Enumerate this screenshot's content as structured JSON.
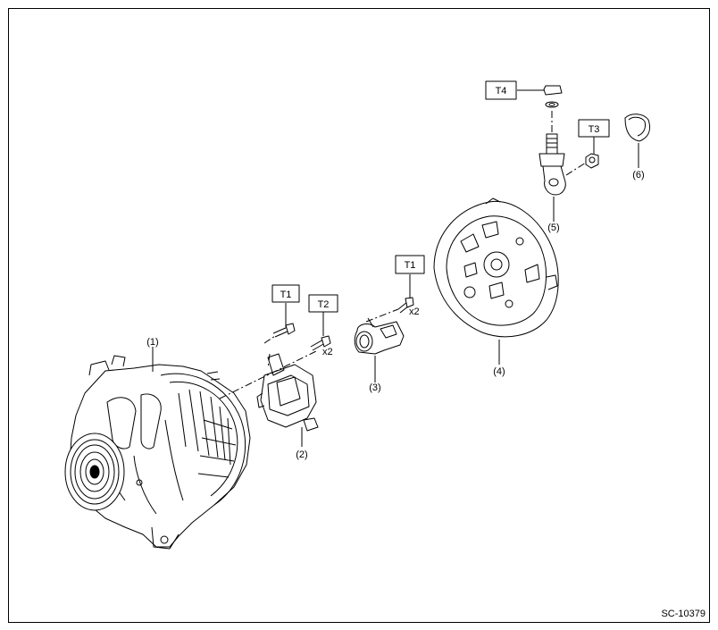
{
  "figure": {
    "id": "SC-10379",
    "parts": [
      {
        "callout": "(1)"
      },
      {
        "callout": "(2)"
      },
      {
        "callout": "(3)"
      },
      {
        "callout": "(4)"
      },
      {
        "callout": "(5)"
      },
      {
        "callout": "(6)"
      }
    ],
    "torque_labels": {
      "t1_left": "T1",
      "t2": "T2",
      "t1_right": "T1",
      "t3": "T3",
      "t4": "T4"
    },
    "multipliers": {
      "x2_left": "x2",
      "x2_right": "x2"
    }
  }
}
